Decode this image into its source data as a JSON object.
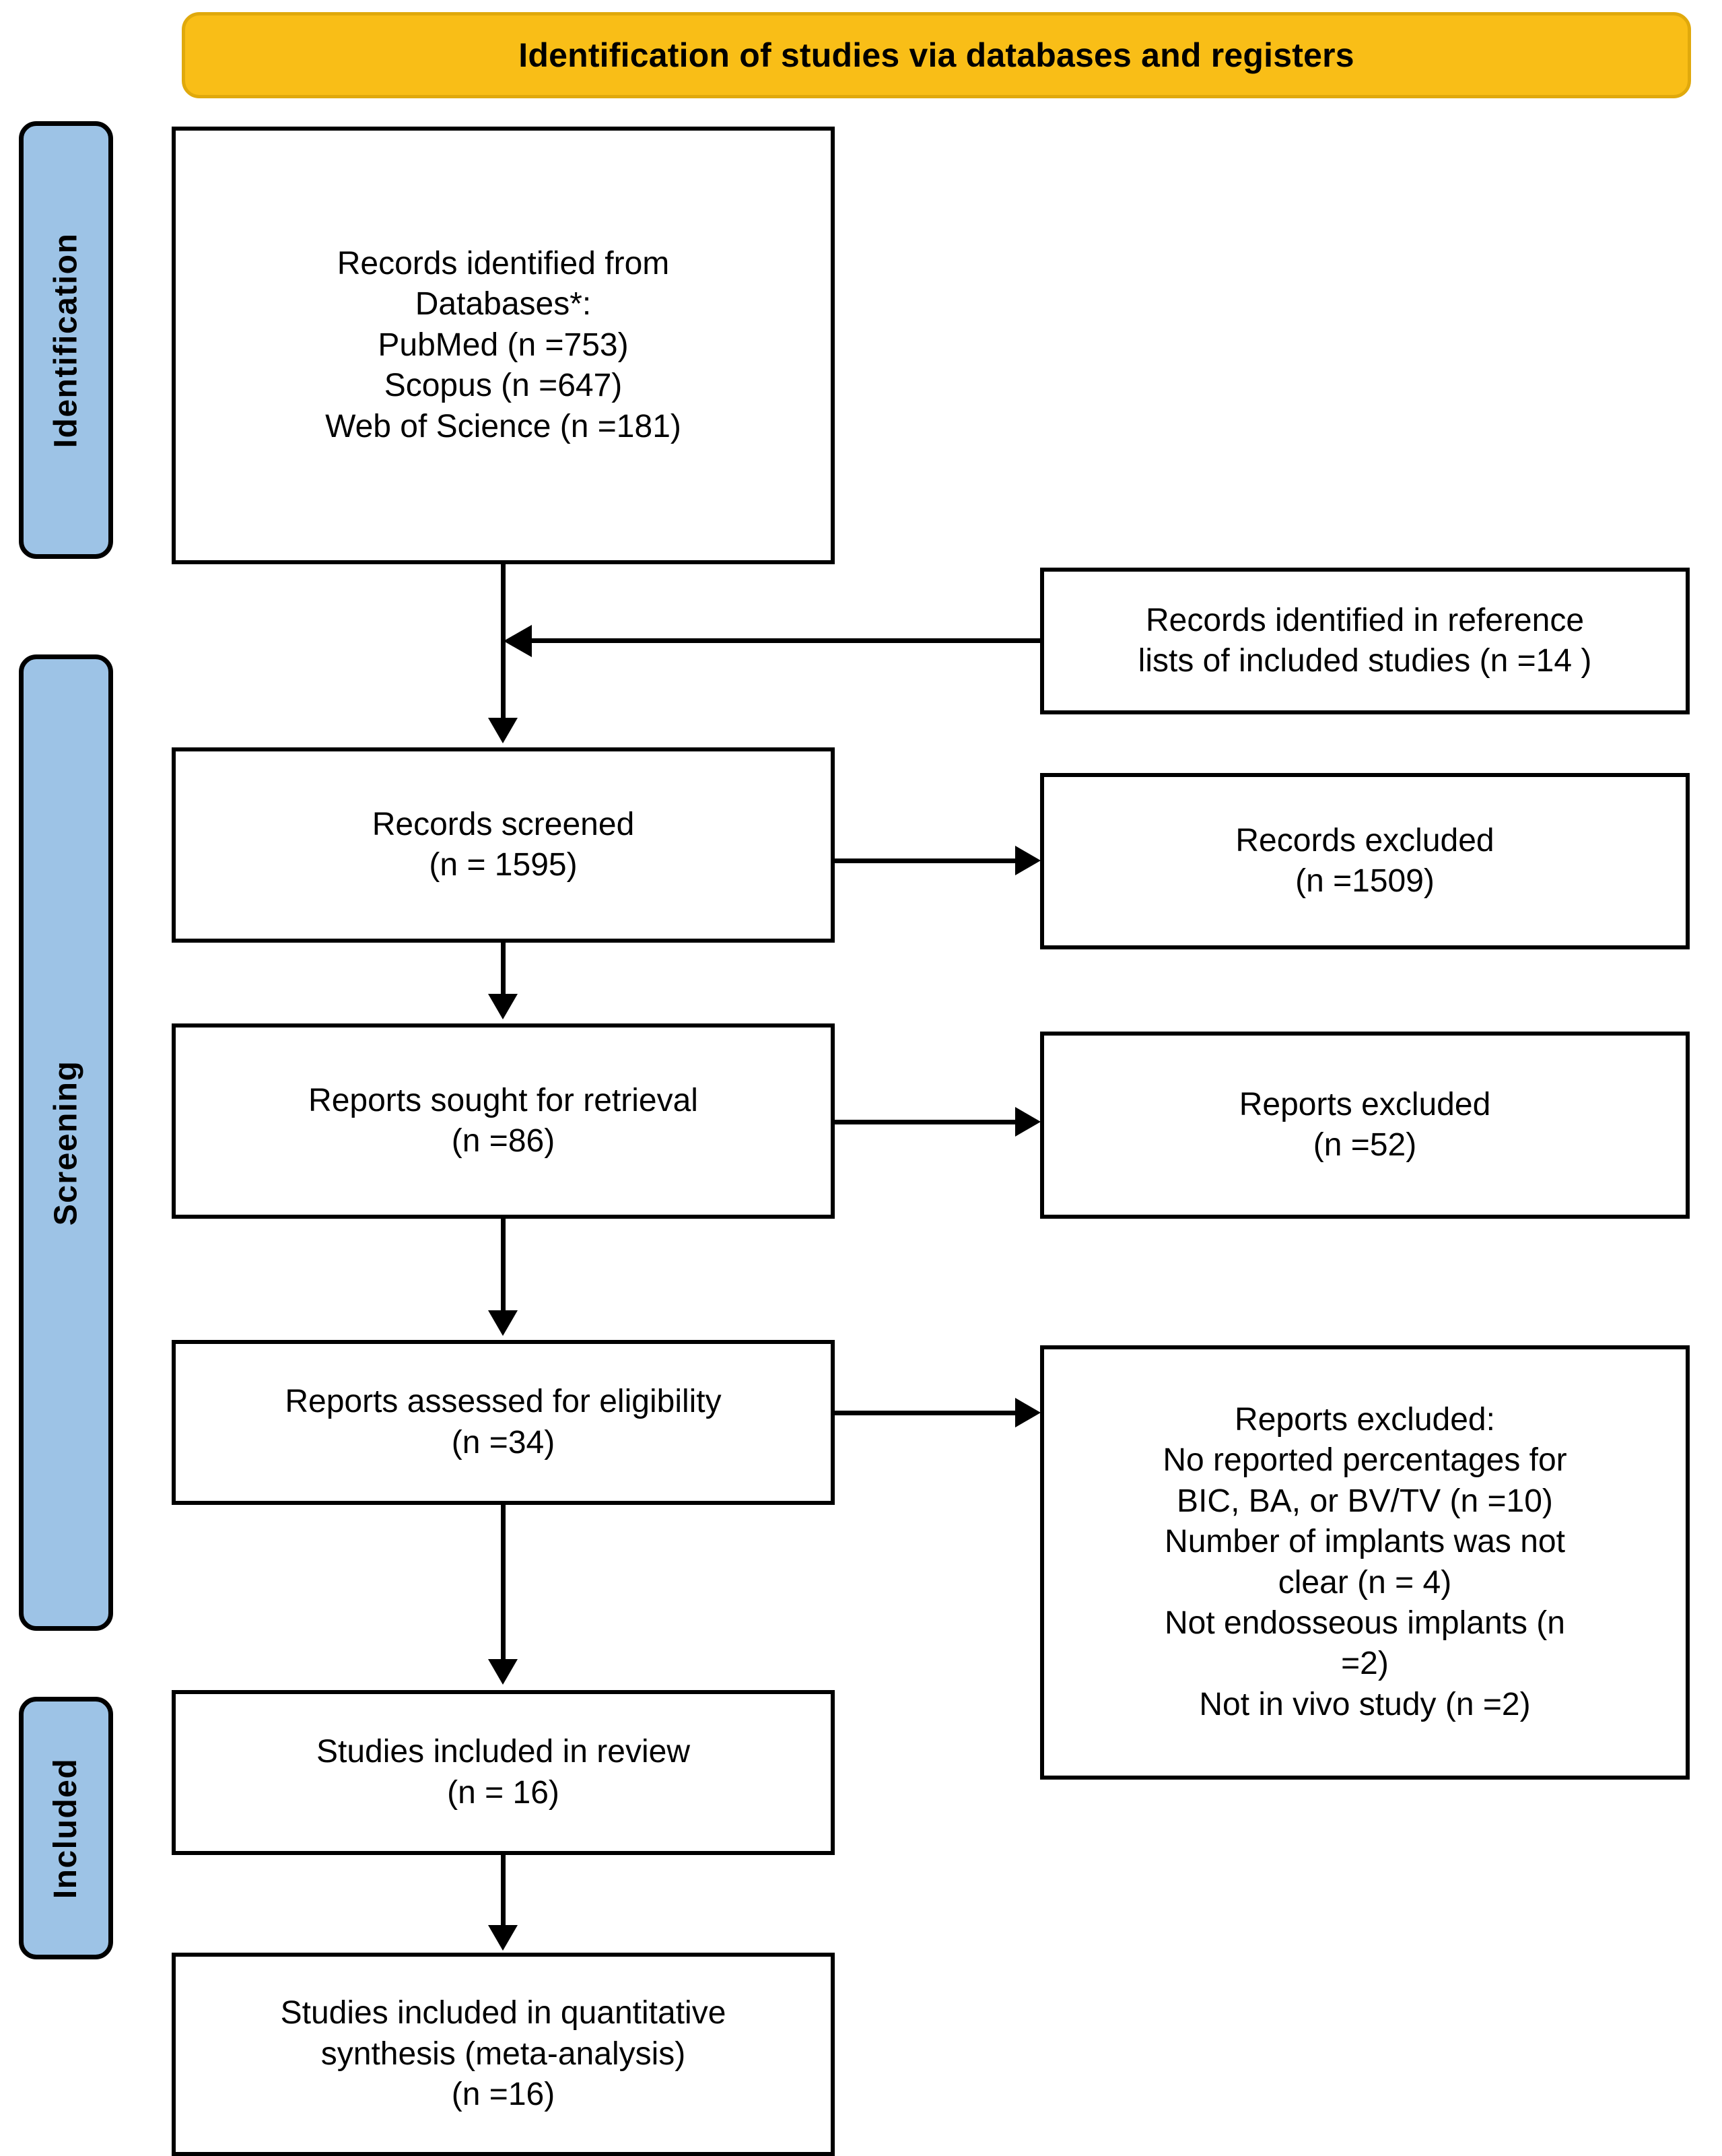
{
  "diagram": {
    "header": {
      "title": "Identification of studies via databases and registers",
      "bg_color": "#F9BE17",
      "border_color": "#E0A90C"
    },
    "stages": [
      {
        "id": "identification",
        "label": "Identification",
        "color": "#9DC3E6"
      },
      {
        "id": "screening",
        "label": "Screening",
        "color": "#9DC3E6"
      },
      {
        "id": "included",
        "label": "Included",
        "color": "#9DC3E6"
      }
    ],
    "boxes": {
      "records_identified": "Records identified from\nDatabases*:\nPubMed (n =753)\nScopus (n =647)\nWeb of Science (n =181)",
      "reference_lists": "Records identified in reference\nlists of included studies (n =14 )",
      "records_screened": "Records screened\n(n = 1595)",
      "records_excluded": "Records excluded\n(n =1509)",
      "reports_sought": "Reports sought for retrieval\n(n =86)",
      "reports_excluded": "Reports excluded\n(n =52)",
      "reports_assessed": "Reports assessed for eligibility\n(n =34)",
      "reports_excluded_detail": "Reports excluded:\nNo reported percentages for\nBIC, BA, or BV/TV (n =10)\nNumber of implants was not\nclear (n = 4)\nNot endosseous implants (n\n=2)\nNot in vivo study (n =2)",
      "studies_review": "Studies included in review\n(n = 16)",
      "studies_quantitative": "Studies included in quantitative\nsynthesis (meta-analysis)\n(n =16)"
    },
    "counts": {
      "pubmed": 753,
      "scopus": 647,
      "web_of_science": 181,
      "reference_lists": 14,
      "records_screened": 1595,
      "records_excluded": 1509,
      "reports_sought": 86,
      "reports_excluded": 52,
      "reports_assessed": 34,
      "excluded_no_percentages": 10,
      "excluded_implant_number_unclear": 4,
      "excluded_not_endosseous": 2,
      "excluded_not_in_vivo": 2,
      "studies_review": 16,
      "studies_quantitative": 16
    }
  }
}
